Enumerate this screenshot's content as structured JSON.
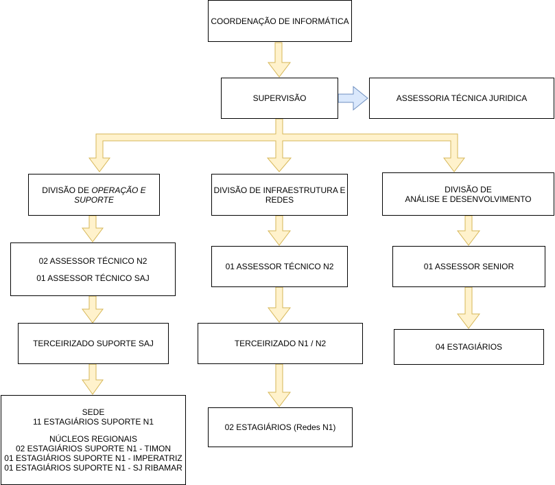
{
  "diagram": {
    "coordenacao": "COORDENAÇÃO DE INFORMÁTICA",
    "supervisao": "SUPERVISÃO",
    "assessoria": "ASSESSORIA TÉCNICA JURIDICA",
    "div_operacao": {
      "prefix": "DIVISÃO DE ",
      "italic_line1": "OPERAÇÃO E",
      "italic_line2": "SUPORTE"
    },
    "div_infra": {
      "line1": "DIVISÃO DE INFRAESTRUTURA E",
      "line2": "REDES"
    },
    "div_analise": {
      "line1": "DIVISÃO DE",
      "line2": "ANÁLISE E DESENVOLVIMENTO"
    },
    "assessor_n2_saj": {
      "line1": "02 ASSESSOR TÉCNICO N2",
      "line2": "01 ASSESSOR TÉCNICO SAJ"
    },
    "assessor_n2": "01 ASSESSOR TÉCNICO N2",
    "assessor_senior": "01 ASSESSOR SENIOR",
    "terc_saj": "TERCEIRIZADO SUPORTE SAJ",
    "terc_n1n2": "TERCEIRIZADO N1 / N2",
    "estagiarios_analise": "04 ESTAGIÁRIOS",
    "estagiarios_redes": "02 ESTAGIÁRIOS (Redes N1)",
    "sede": {
      "l1": "SEDE",
      "l2": "11 ESTAGIÁRIOS SUPORTE N1",
      "l3": "NÚCLEOS REGIONAIS",
      "l4": "02 ESTAGIÁRIOS SUPORTE N1 - TIMON",
      "l5": "01 ESTAGIÁRIOS SUPORTE N1 - IMPERATRIZ",
      "l6": "01 ESTAGIÁRIOS SUPORTE N1 - SJ RIBAMAR"
    }
  },
  "colors": {
    "arrow_fill": "#fff2cc",
    "arrow_stroke": "#d6b656",
    "side_arrow_fill": "#dae8fc",
    "side_arrow_stroke": "#6c8ebf"
  }
}
